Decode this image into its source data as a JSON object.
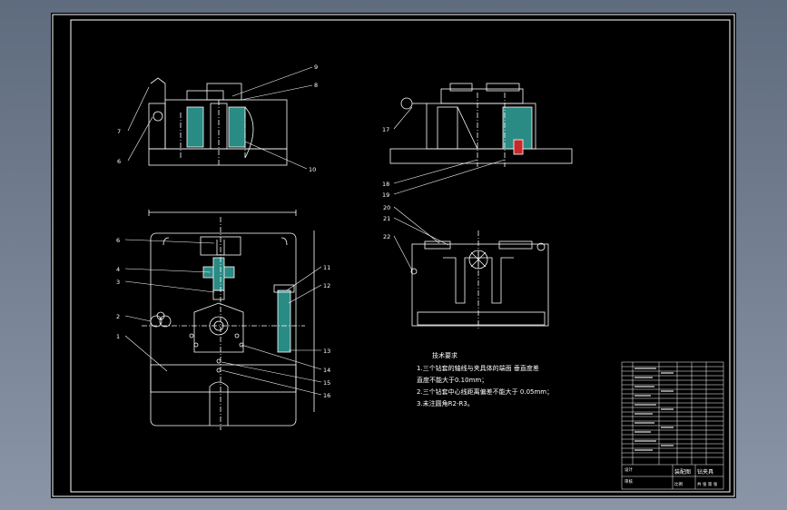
{
  "sheet": {
    "border_color": "#ffffff",
    "background": "#000000",
    "metal_color": "#2a8a84",
    "accent_color": "#c8282a"
  },
  "view_labels": {
    "front_top": [
      "9",
      "8",
      "7",
      "6",
      "10"
    ],
    "side_top": [
      "17",
      "18",
      "19"
    ],
    "plan": [
      "6",
      "4",
      "3",
      "2",
      "1",
      "11",
      "12",
      "13",
      "14",
      "15",
      "16"
    ],
    "section": [
      "20",
      "21",
      "22"
    ]
  },
  "technical_requirements": {
    "title": "技术要求",
    "lines": [
      "1.三个钻套的轴线与夹具体的端面 垂直度差",
      "直度不能大于0.10mm；",
      "2.三个钻套中心线距离偏差不能大于  0.05mm；",
      "3.未注圆角R2-R3。"
    ]
  },
  "title_block": {
    "part_name": "钻夹具",
    "drawing_title": "装配图",
    "designer_label": "设计",
    "check_label": "审核",
    "scale_label": "比例",
    "sheet_label": "共 张 第 张"
  }
}
